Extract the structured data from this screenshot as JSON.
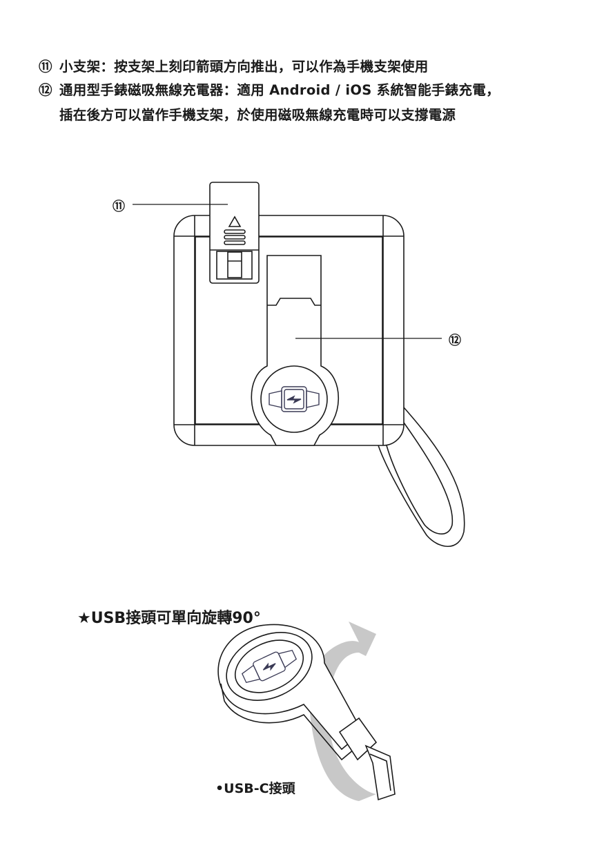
{
  "items": [
    {
      "number": "⑪",
      "text": "小支架：按支架上刻印箭頭方向推出，可以作為手機支架使用"
    },
    {
      "number": "⑫",
      "text": "通用型手錶磁吸無線充電器：適用 Android / iOS 系統智能手錶充電，",
      "text2": "插在後方可以當作手機支架，於使用磁吸無線充電時可以支撐電源"
    }
  ],
  "diagram": {
    "callout_11": "⑪",
    "callout_12": "⑫"
  },
  "usb_note": {
    "title": "★USB接頭可單向旋轉90°",
    "label": "•USB-C接頭"
  },
  "colors": {
    "line": "#1a1a1a",
    "arrow": "#c8c8c8",
    "icon": "#3a3a55"
  }
}
